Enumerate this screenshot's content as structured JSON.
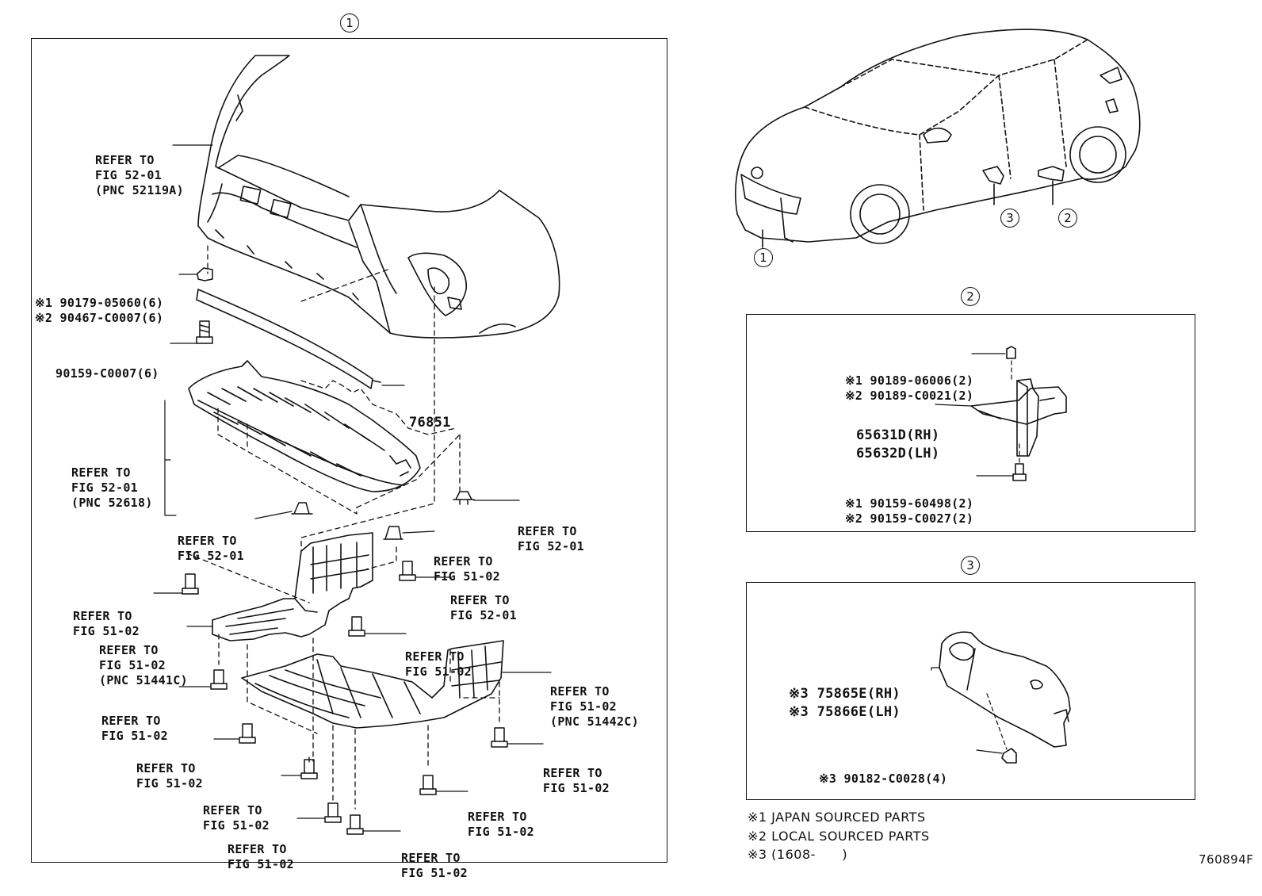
{
  "callouts": {
    "c1": "1",
    "c2": "2",
    "c3": "3"
  },
  "main": {
    "labels": [
      {
        "id": "ref-bumper-cover",
        "lines": [
          "REFER TO",
          "FIG 52-01",
          "(PNC 52119A)"
        ]
      },
      {
        "id": "clip-90179",
        "lines": [
          "※1 90179-05060(6)",
          "※2 90467-C0007(6)"
        ]
      },
      {
        "id": "screw-90159",
        "lines": [
          "90159-C0007(6)"
        ]
      },
      {
        "id": "part-76851",
        "lines": [
          "76851"
        ]
      },
      {
        "id": "ref-absorber",
        "lines": [
          "REFER TO",
          "FIG 52-01",
          "(PNC 52618)"
        ]
      },
      {
        "id": "ref-clip-center",
        "lines": [
          "REFER TO",
          "FIG 52-01"
        ]
      },
      {
        "id": "ref-clip-right",
        "lines": [
          "REFER TO",
          "FIG 52-01"
        ]
      },
      {
        "id": "ref-clip-5102-a",
        "lines": [
          "REFER TO",
          "FIG 51-02"
        ]
      },
      {
        "id": "ref-bolt-5201",
        "lines": [
          "REFER TO",
          "FIG 52-01"
        ]
      },
      {
        "id": "ref-bolt-left",
        "lines": [
          "REFER TO",
          "FIG 51-02"
        ]
      },
      {
        "id": "ref-under-cover-left",
        "lines": [
          "REFER TO",
          "FIG 51-02",
          "(PNC 51441C)"
        ]
      },
      {
        "id": "ref-bolt-mid",
        "lines": [
          "REFER TO",
          "FIG 51-02"
        ]
      },
      {
        "id": "ref-under-cover-right",
        "lines": [
          "REFER TO",
          "FIG 51-02",
          "(PNC 51442C)"
        ]
      },
      {
        "id": "ref-bolt-l2",
        "lines": [
          "REFER TO",
          "FIG 51-02"
        ]
      },
      {
        "id": "ref-bolt-l3",
        "lines": [
          "REFER TO",
          "FIG 51-02"
        ]
      },
      {
        "id": "ref-bolt-r2",
        "lines": [
          "REFER TO",
          "FIG 51-02"
        ]
      },
      {
        "id": "ref-bolt-b1",
        "lines": [
          "REFER TO",
          "FIG 51-02"
        ]
      },
      {
        "id": "ref-bolt-b2",
        "lines": [
          "REFER TO",
          "FIG 51-02"
        ]
      },
      {
        "id": "ref-bolt-b3",
        "lines": [
          "REFER TO",
          "FIG 51-02"
        ]
      },
      {
        "id": "ref-bolt-b4",
        "lines": [
          "REFER TO",
          "FIG 51-02"
        ]
      }
    ]
  },
  "panel2": {
    "clip": [
      "※1 90189-06006(2)",
      "※2 90189-C0021(2)"
    ],
    "part": [
      "65631D(RH)",
      "65632D(LH)"
    ],
    "screw": [
      "※1 90159-60498(2)",
      "※2 90159-C0027(2)"
    ]
  },
  "panel3": {
    "part": [
      "※3 75865E(RH)",
      "※3 75866E(LH)"
    ],
    "clip": [
      "※3 90182-C0028(4)"
    ]
  },
  "notes": [
    "※1 JAPAN SOURCED PARTS",
    "※2 LOCAL SOURCED PARTS",
    "※3 (1608-      )"
  ],
  "figure_id": "760894F"
}
